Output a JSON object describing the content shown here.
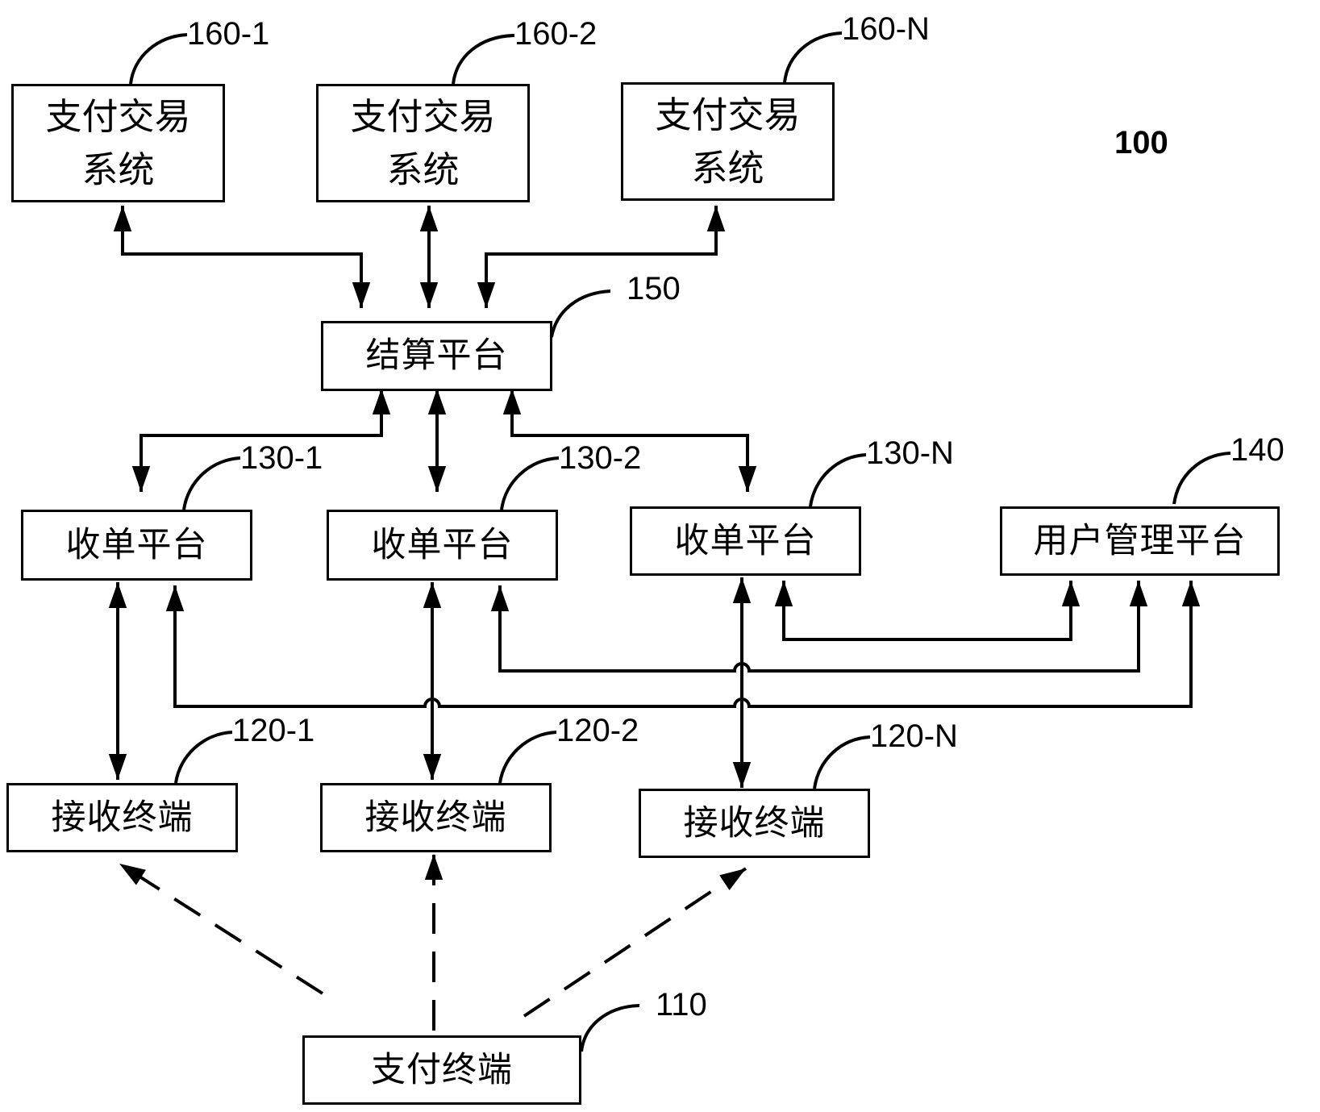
{
  "figure_number": "100",
  "boxes": {
    "pay_sys_1": {
      "line1": "支付交易",
      "line2": "系统",
      "ref": "160-1"
    },
    "pay_sys_2": {
      "line1": "支付交易",
      "line2": "系统",
      "ref": "160-2"
    },
    "pay_sys_n": {
      "line1": "支付交易",
      "line2": "系统",
      "ref": "160-N"
    },
    "settlement": {
      "label": "结算平台",
      "ref": "150"
    },
    "acq_1": {
      "label": "收单平台",
      "ref": "130-1"
    },
    "acq_2": {
      "label": "收单平台",
      "ref": "130-2"
    },
    "acq_n": {
      "label": "收单平台",
      "ref": "130-N"
    },
    "user_mgmt": {
      "label": "用户管理平台",
      "ref": "140"
    },
    "recv_1": {
      "label": "接收终端",
      "ref": "120-1"
    },
    "recv_2": {
      "label": "接收终端",
      "ref": "120-2"
    },
    "recv_n": {
      "label": "接收终端",
      "ref": "120-N"
    },
    "pay_term": {
      "label": "支付终端",
      "ref": "110"
    }
  },
  "colors": {
    "line": "#000000",
    "background": "#ffffff"
  }
}
